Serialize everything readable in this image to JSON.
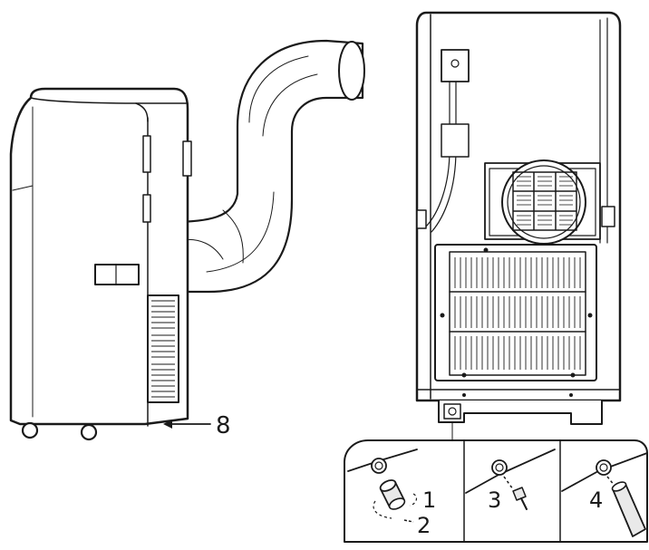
{
  "callouts": {
    "side_unit": "8",
    "detail_1": "1",
    "detail_2": "2",
    "detail_3": "3",
    "detail_4": "4"
  },
  "colors": {
    "line": "#1a1a1a",
    "fill": "#ffffff",
    "shade": "#e9e9e9"
  }
}
